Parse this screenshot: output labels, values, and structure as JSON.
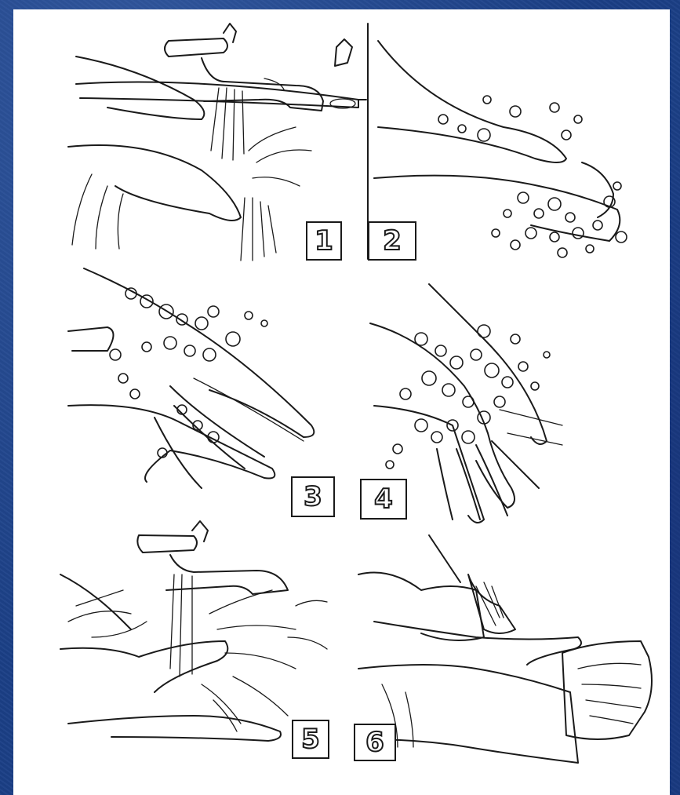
{
  "steps": [
    {
      "number": "1"
    },
    {
      "number": "2"
    },
    {
      "number": "3"
    },
    {
      "number": "4"
    },
    {
      "number": "5"
    },
    {
      "number": "6"
    }
  ],
  "colors": {
    "background": "#1b3f86",
    "sheet": "#ffffff",
    "ink": "#1a1a1a"
  }
}
